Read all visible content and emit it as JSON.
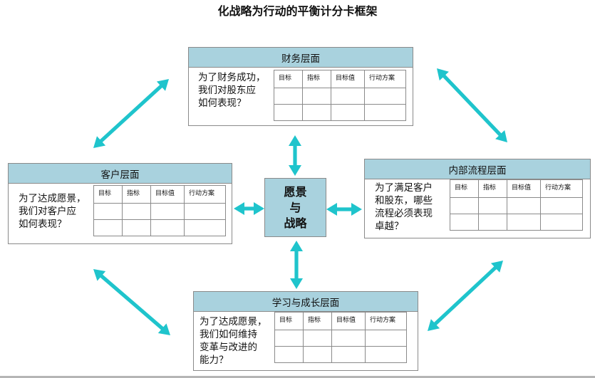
{
  "title": "化战略为行动的平衡计分卡框架",
  "columns": [
    "目标",
    "指标",
    "目标值",
    "行动方案"
  ],
  "center": {
    "line1": "愿景",
    "line2": "与",
    "line3": "战略"
  },
  "boxes": {
    "financial": {
      "header": "财务层面",
      "question": [
        "为了财务成功，",
        "我们对股东应",
        "如何表现？"
      ]
    },
    "customer": {
      "header": "客户层面",
      "question": [
        "为了达成愿景，",
        "我们对客户应",
        "如何表现？"
      ]
    },
    "internal": {
      "header": "内部流程层面",
      "question": [
        "为了满足客户",
        "和股东，哪些",
        "流程必须表现",
        "卓越？"
      ]
    },
    "learning": {
      "header": "学习与成长层面",
      "question": [
        "为了达成愿景，",
        "我们如何维持",
        "变革与改进的",
        "能力？"
      ]
    }
  },
  "colors": {
    "header": "#a9d2de",
    "arrow": "#1fc4cc",
    "border": "#8a8a8a"
  }
}
